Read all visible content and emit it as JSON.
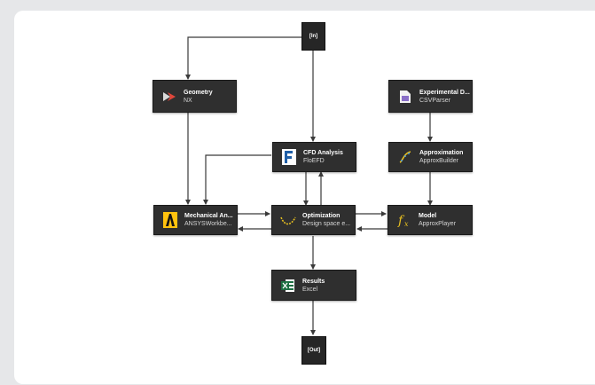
{
  "diagram": {
    "input_label": "[In]",
    "output_label": "[Out]",
    "nodes": {
      "geometry": {
        "title": "Geometry",
        "subtitle": "NX",
        "icon": "nx-icon"
      },
      "experimental": {
        "title": "Experimental D...",
        "subtitle": "CSVParser",
        "icon": "csv-file-icon"
      },
      "cfd": {
        "title": "CFD Analysis",
        "subtitle": "FloEFD",
        "icon": "floefd-icon"
      },
      "approximation": {
        "title": "Approximation",
        "subtitle": "ApproxBuilder",
        "icon": "approx-builder-icon"
      },
      "mechanical": {
        "title": "Mechanical An...",
        "subtitle": "ANSYSWorkbe...",
        "icon": "ansys-icon"
      },
      "optimization": {
        "title": "Optimization",
        "subtitle": "Design space e...",
        "icon": "optimization-curve-icon"
      },
      "model": {
        "title": "Model",
        "subtitle": "ApproxPlayer",
        "icon": "fx-icon"
      },
      "results": {
        "title": "Results",
        "subtitle": "Excel",
        "icon": "excel-icon"
      }
    }
  },
  "colors": {
    "node_bg": "#2f2f2f",
    "edge": "#3a3a3a",
    "background": "#e6e7e9",
    "canvas": "#ffffff"
  }
}
